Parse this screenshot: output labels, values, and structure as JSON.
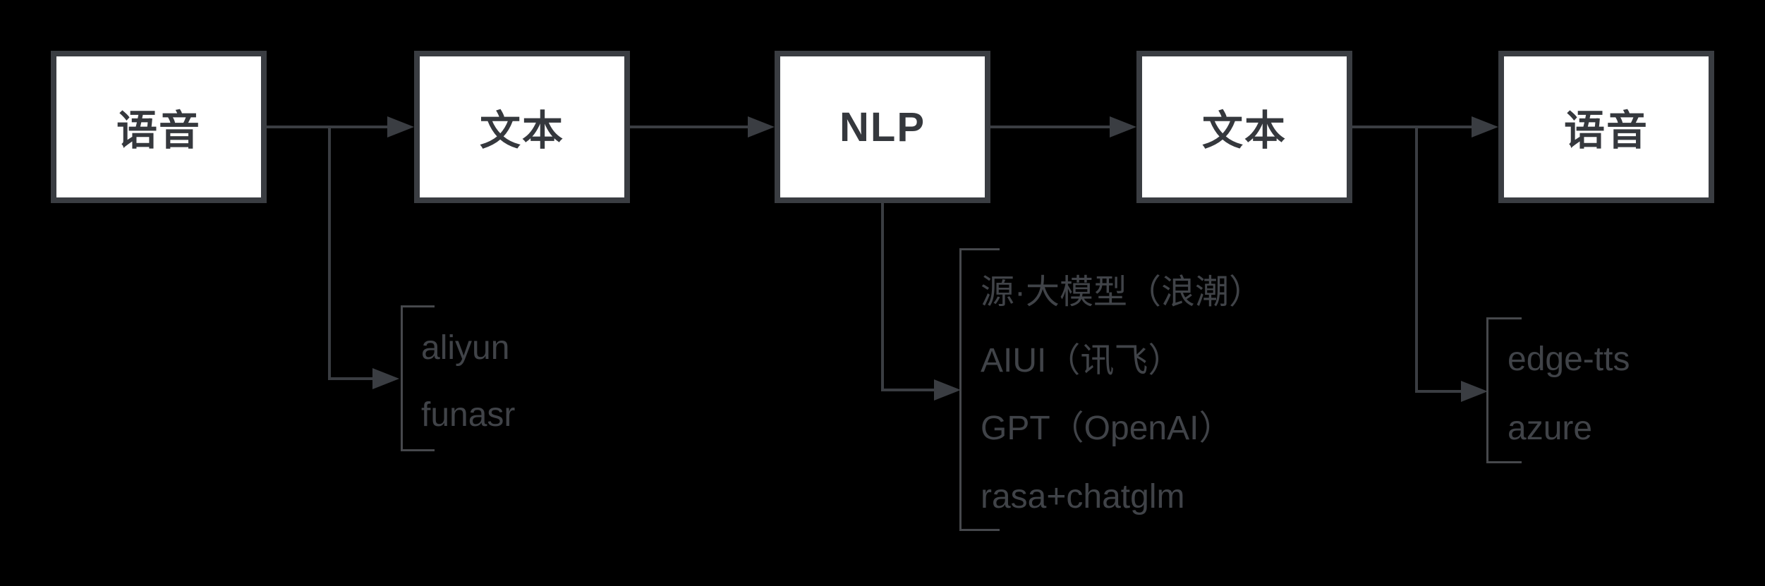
{
  "diagram": {
    "title_hint": "voice assistant pipeline flowchart",
    "colors": {
      "background": "#000000",
      "node_fill": "#ffffff",
      "node_border": "#3a3d42",
      "node_text": "#35383d",
      "connector": "#3a3d42",
      "bracket": "#46484c",
      "annotation_text": "#404348"
    },
    "nodes": [
      {
        "label": "语音"
      },
      {
        "label": "文本"
      },
      {
        "label": "NLP"
      },
      {
        "label": "文本"
      },
      {
        "label": "语音"
      }
    ],
    "asr_options": {
      "attached_to": "arrow 语音→文本",
      "items": [
        "aliyun",
        "funasr"
      ]
    },
    "nlp_options": {
      "attached_to": "node NLP",
      "items": [
        "源·大模型（浪潮）",
        "AIUI（讯飞）",
        "GPT（OpenAI）",
        "rasa+chatglm"
      ]
    },
    "tts_options": {
      "attached_to": "arrow 文本→语音",
      "items": [
        "edge-tts",
        "azure"
      ]
    }
  }
}
